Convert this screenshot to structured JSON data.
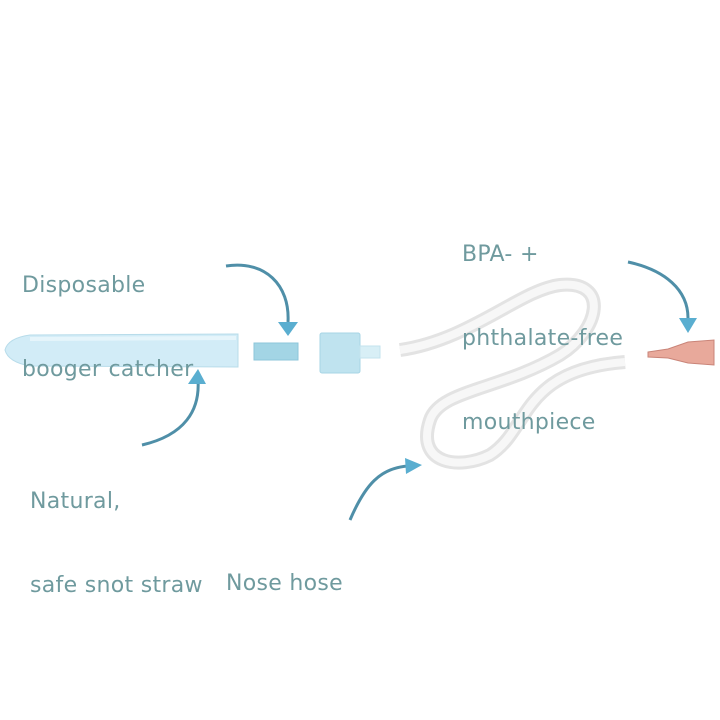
{
  "labels": {
    "booger_catcher": [
      "Disposable",
      "booger catcher"
    ],
    "snot_straw": [
      "Natural,",
      "safe snot straw"
    ],
    "nose_hose": [
      "Nose hose"
    ],
    "mouthpiece": [
      "BPA- +",
      "phthalate-free",
      "mouthpiece"
    ]
  },
  "colors": {
    "text": "#6f9a9e",
    "arrow": "#4f8fa8",
    "arrow_head": "#5aaed0",
    "straw": "#cfeaf5",
    "catcher": "#9fd3e3",
    "hose": "#ececec",
    "mouthpiece": "#e6a89a"
  }
}
